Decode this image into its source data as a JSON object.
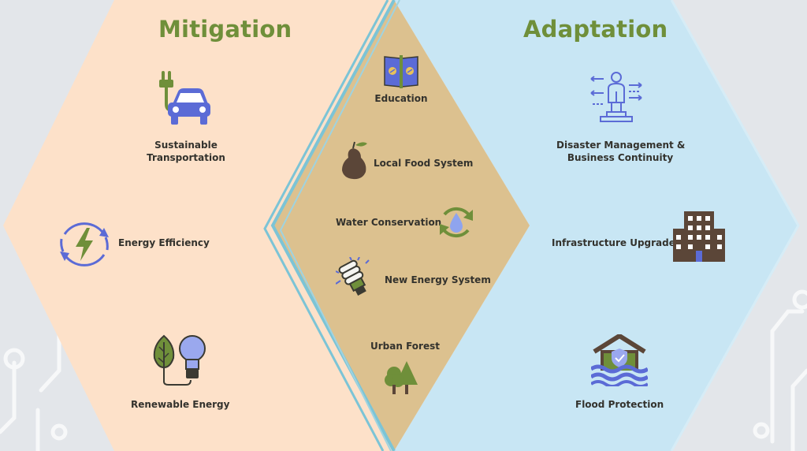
{
  "mitigation": {
    "title": "Mitigation",
    "items": [
      {
        "label_line1": "Sustainable",
        "label_line2": "Transportation",
        "icon": "electric-car-icon"
      },
      {
        "label": "Energy Efficiency",
        "icon": "energy-cycle-icon"
      },
      {
        "label": "Renewable Energy",
        "icon": "leaf-bulb-icon"
      }
    ]
  },
  "adaptation": {
    "title": "Adaptation",
    "items": [
      {
        "label_line1": "Disaster Management &",
        "label_line2": "Business Continuity",
        "icon": "person-arrows-icon"
      },
      {
        "label": "Infrastructure Upgrade",
        "icon": "building-icon"
      },
      {
        "label": "Flood Protection",
        "icon": "flooded-house-icon"
      }
    ]
  },
  "overlap": {
    "items": [
      {
        "label": "Education",
        "icon": "book-icon"
      },
      {
        "label": "Local Food System",
        "icon": "pear-icon"
      },
      {
        "label": "Water Conservation",
        "icon": "water-recycle-icon"
      },
      {
        "label": "New Energy System",
        "icon": "cfl-bulb-icon"
      },
      {
        "label": "Urban Forest",
        "icon": "trees-icon"
      }
    ]
  },
  "colors": {
    "mitigation_bg": "#fde1c9",
    "adaptation_bg": "#c8e6f4",
    "overlap_bg": "#dcc18f",
    "outline": "#7cc4d6",
    "title": "#6f8f3a",
    "icon_blue": "#5b6bd6",
    "icon_green": "#6f8f3a",
    "icon_brown": "#5b4638"
  }
}
